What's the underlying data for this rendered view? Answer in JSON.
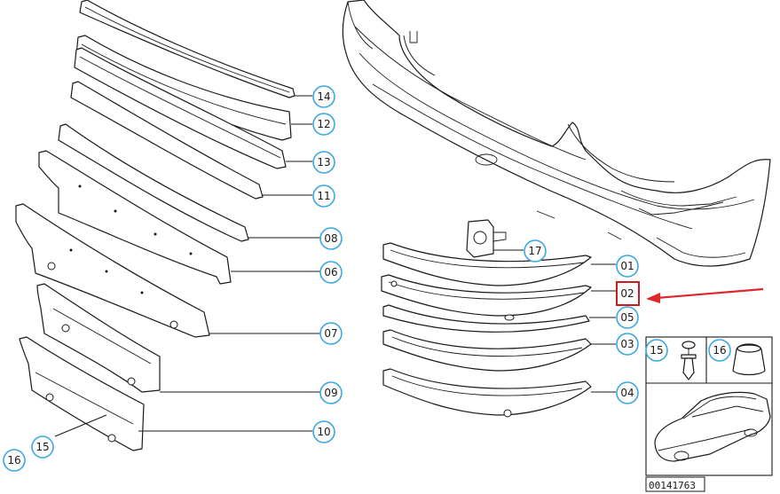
{
  "diagram_id": "00141763",
  "callouts": {
    "c14": "14",
    "c12": "12",
    "c13": "13",
    "c11": "11",
    "c08": "08",
    "c06": "06",
    "c07": "07",
    "c09": "09",
    "c10": "10",
    "c15_left": "15",
    "c16_left": "16",
    "c17": "17",
    "c01": "01",
    "c02": "02",
    "c05": "05",
    "c03": "03",
    "c04": "04",
    "c15_box": "15",
    "c16_box": "16"
  },
  "colors": {
    "callout_border": "#3aa8e0",
    "highlight_border": "#d0191f",
    "arrow": "#e0262d",
    "line": "#1a1a1a"
  },
  "highlighted_part": "02"
}
